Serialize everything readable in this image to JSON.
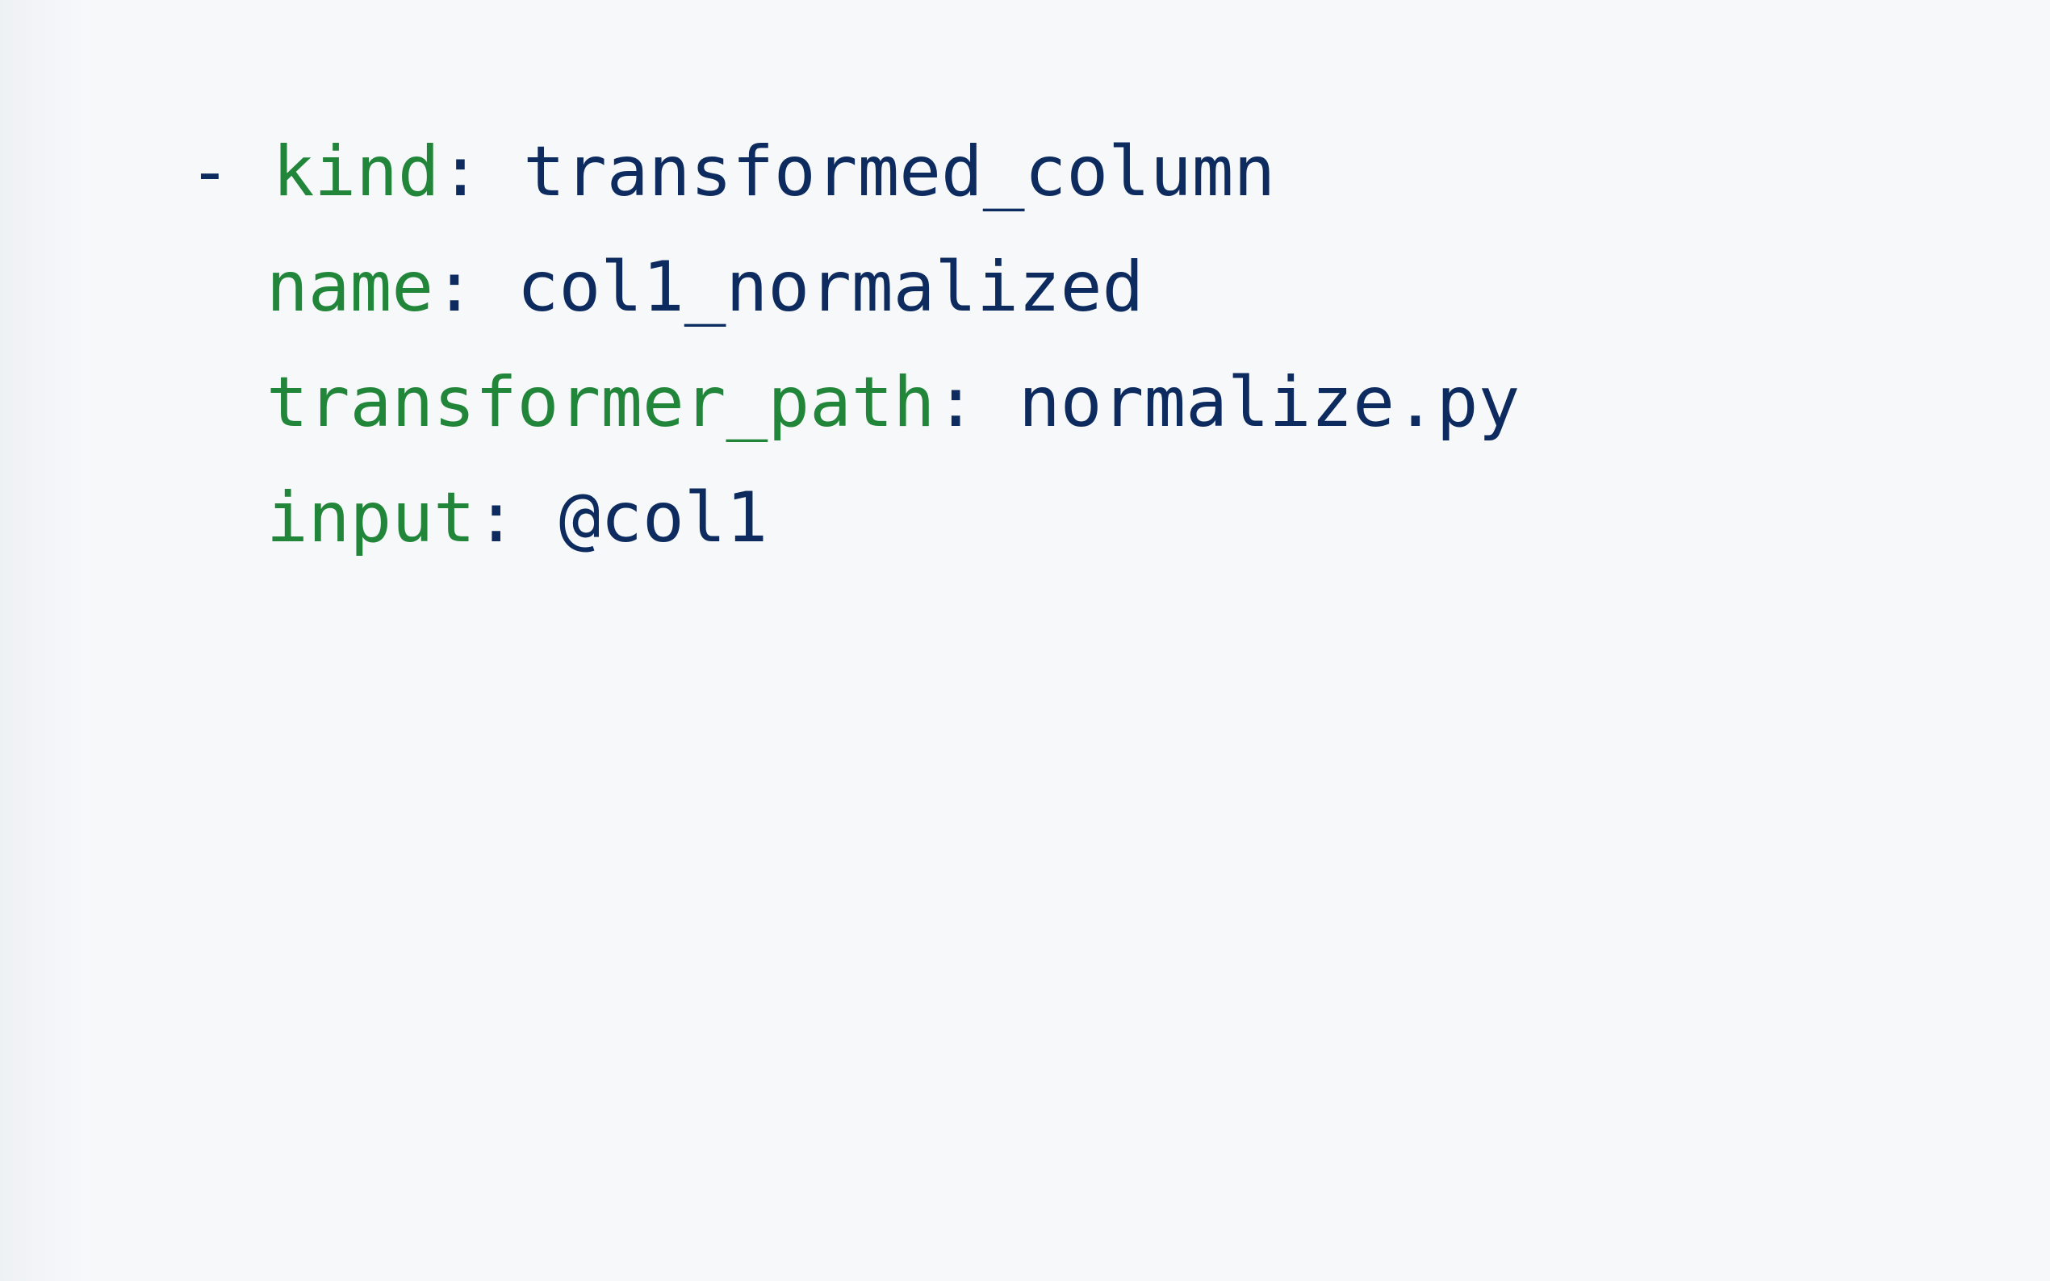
{
  "code": {
    "language": "yaml",
    "colors": {
      "key": "#22863a",
      "value": "#0d2b5e",
      "background": "#f6f8fa"
    },
    "lines": [
      {
        "prefix": "- ",
        "key": "kind",
        "separator": ": ",
        "value": "transformed_column"
      },
      {
        "prefix": "",
        "key": "name",
        "separator": ": ",
        "value": "col1_normalized"
      },
      {
        "prefix": "",
        "key": "transformer_path",
        "separator": ": ",
        "value": "normalize.py"
      },
      {
        "prefix": "",
        "key": "input",
        "separator": ": ",
        "value": "@col1"
      }
    ]
  }
}
